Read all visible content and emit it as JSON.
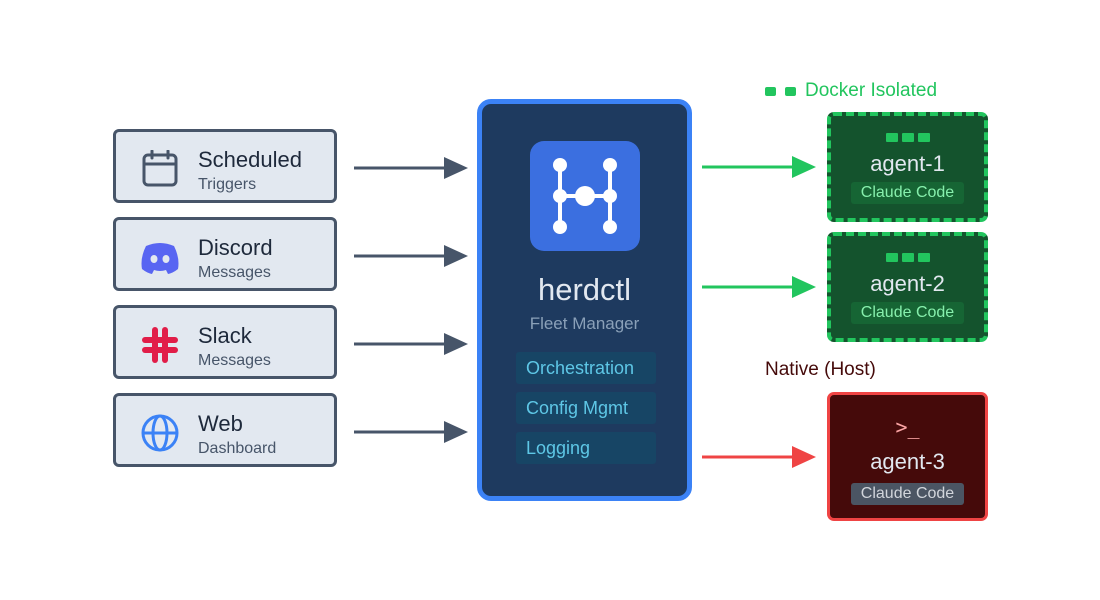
{
  "inputs": [
    {
      "title": "Scheduled",
      "subtitle": "Triggers",
      "icon": "calendar-icon"
    },
    {
      "title": "Discord",
      "subtitle": "Messages",
      "icon": "discord-icon"
    },
    {
      "title": "Slack",
      "subtitle": "Messages",
      "icon": "slack-icon"
    },
    {
      "title": "Web",
      "subtitle": "Dashboard",
      "icon": "globe-icon"
    }
  ],
  "center": {
    "title": "herdctl",
    "subtitle": "Fleet Manager",
    "features": [
      "Orchestration",
      "Config Mgmt",
      "Logging"
    ],
    "icon": "herdctl-logo-icon"
  },
  "groups": {
    "docker_label": "Docker Isolated",
    "native_label": "Native (Host)"
  },
  "agents": [
    {
      "name": "agent-1",
      "tag": "Claude Code",
      "mode": "docker"
    },
    {
      "name": "agent-2",
      "tag": "Claude Code",
      "mode": "docker"
    },
    {
      "name": "agent-3",
      "tag": "Claude Code",
      "mode": "native",
      "prompt": ">_"
    }
  ],
  "colors": {
    "input_border": "#475569",
    "center_border": "#3b82f6",
    "docker_green": "#22c55e",
    "native_red": "#ef4444",
    "arrow_gray": "#475569"
  }
}
